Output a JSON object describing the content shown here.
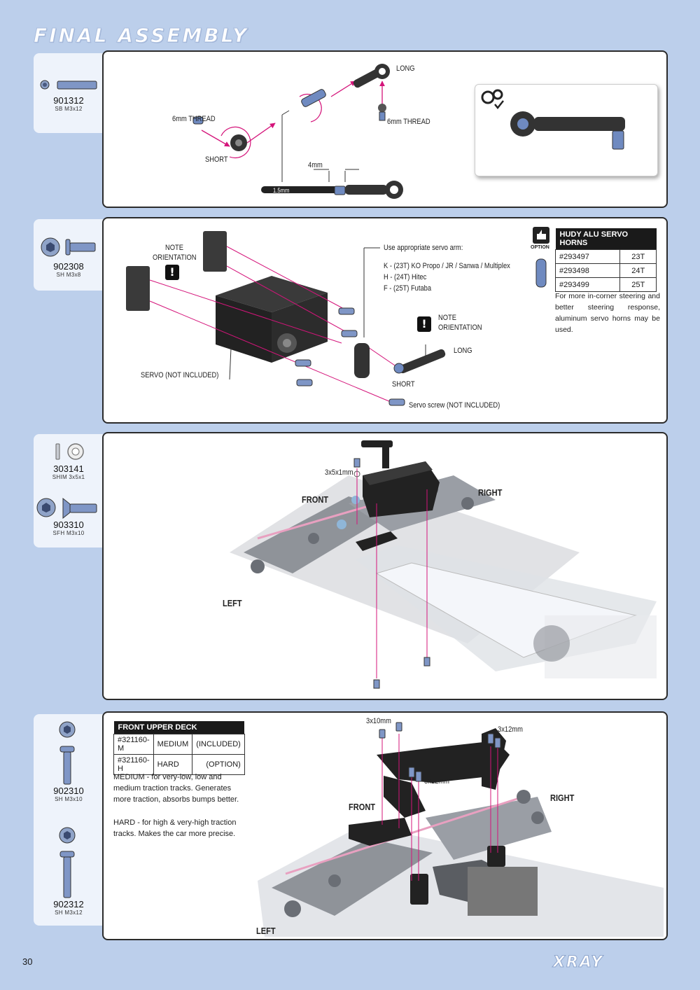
{
  "page": {
    "title": "FINAL ASSEMBLY",
    "page_number": "30",
    "brand": "XRAY"
  },
  "step1": {
    "parts": [
      {
        "number": "901312",
        "desc": "SB M3x12"
      }
    ],
    "labels": {
      "long": "LONG",
      "thread_left": "6mm THREAD",
      "thread_right": "6mm THREAD",
      "short": "SHORT",
      "gap": "4mm",
      "tool": "1.5mm"
    }
  },
  "step2": {
    "parts": [
      {
        "number": "902308",
        "desc": "SH M3x8"
      }
    ],
    "labels": {
      "note1": "NOTE",
      "orientation1": "ORIENTATION",
      "servo": "SERVO (NOT INCLUDED)",
      "note2": "NOTE",
      "orientation2": "ORIENTATION",
      "long": "LONG",
      "short": "SHORT",
      "servo_screw": "Servo screw (NOT INCLUDED)"
    },
    "servo_arm": {
      "heading": "Use appropriate servo arm:",
      "lines": [
        "K - (23T) KO Propo / JR / Sanwa / Multiplex",
        "H - (24T) Hitec",
        "F - (25T) Futaba"
      ]
    },
    "option": {
      "badge": "OPTION",
      "table_title": "HUDY ALU SERVO HORNS",
      "rows": [
        [
          "#293497",
          "23T"
        ],
        [
          "#293498",
          "24T"
        ],
        [
          "#293499",
          "25T"
        ]
      ],
      "note": "For more in-corner steering and better steering response, aluminum servo horns may be used."
    }
  },
  "step3": {
    "parts": [
      {
        "number": "303141",
        "desc": "SHIM 3x5x1"
      },
      {
        "number": "903310",
        "desc": "SFH M3x10"
      }
    ],
    "labels": {
      "shim": "3x5x1mm",
      "front": "FRONT",
      "right": "RIGHT",
      "left": "LEFT"
    }
  },
  "step4": {
    "parts": [
      {
        "number": "902310",
        "desc": "SH M3x10"
      },
      {
        "number": "902312",
        "desc": "SH M3x12"
      }
    ],
    "table_title": "FRONT UPPER DECK",
    "rows": [
      [
        "#321160-M",
        "MEDIUM",
        "(INCLUDED)"
      ],
      [
        "#321160-H",
        "HARD",
        "(OPTION)"
      ]
    ],
    "note_medium": "MEDIUM - for very-low, low and medium traction tracks. Generates more traction, absorbs bumps better.",
    "note_hard": "HARD - for high & very-high traction tracks. Makes the car more precise.",
    "labels": {
      "s1": "3x10mm",
      "s2": "3x12mm",
      "s3": "3x12mm",
      "front": "FRONT",
      "right": "RIGHT",
      "left": "LEFT"
    }
  }
}
